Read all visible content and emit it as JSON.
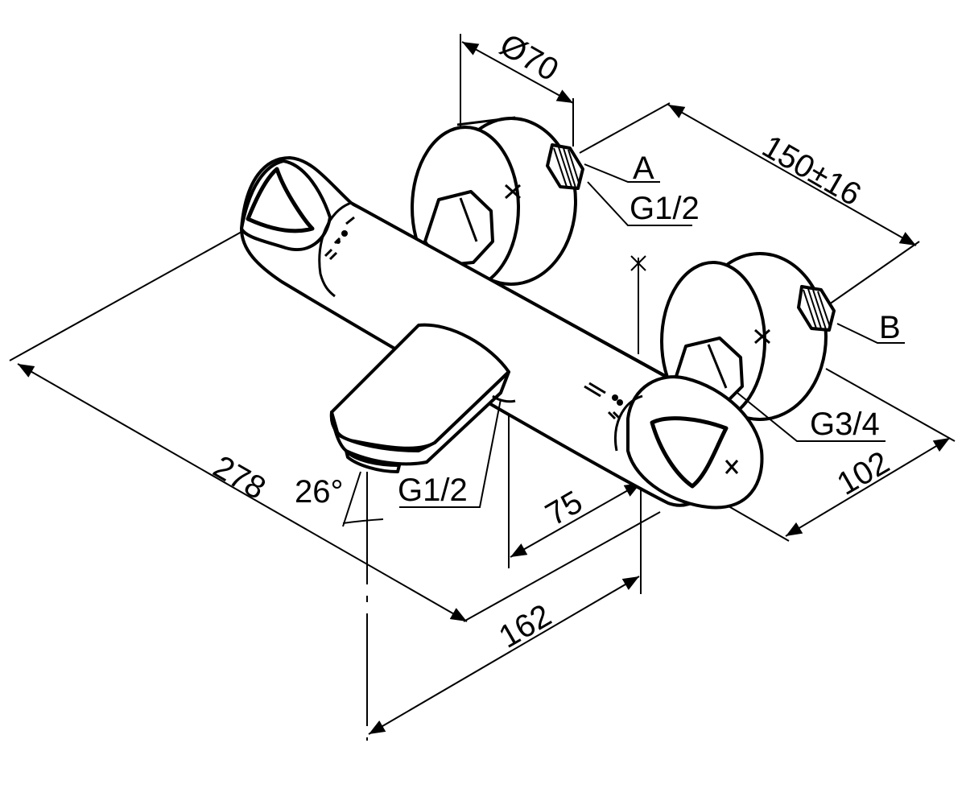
{
  "diagram": {
    "dimensions": {
      "d70": "Ø70",
      "d150": "150±16",
      "d278": "278",
      "d162": "162",
      "d75": "75",
      "d102": "102",
      "angle": "26°"
    },
    "labels": {
      "a": "A",
      "b": "B",
      "g12_inlet": "G1/2",
      "g34": "G3/4",
      "g12_outlet": "G1/2",
      "centerline_mark": "×"
    },
    "colors": {
      "line": "#000000",
      "background": "#ffffff"
    }
  }
}
